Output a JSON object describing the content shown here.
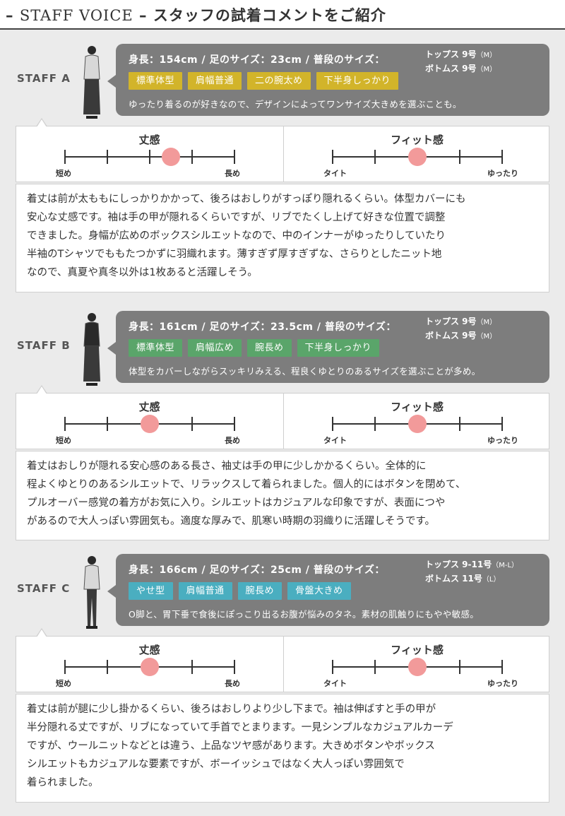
{
  "header": {
    "title_en": "STAFF VOICE",
    "title_jp": "スタッフの試着コメントをご紹介"
  },
  "rating_labels": {
    "length_title": "丈感",
    "length_short": "短め",
    "length_long": "長め",
    "fit_title": "フィット感",
    "fit_tight": "タイト",
    "fit_loose": "ゆったり"
  },
  "staff": [
    {
      "label": "STAFF A",
      "spec": "身長：154cm / 足のサイズ：23cm / 普段のサイズ：",
      "tops": "トップス 9号",
      "tops_unit": "（M）",
      "bottoms": "ボトムス 9号",
      "bottoms_unit": "（M）",
      "tags": [
        "標準体型",
        "肩幅普通",
        "二の腕太め",
        "下半身しっかり"
      ],
      "tag_color": "#d2b42a",
      "note": "ゆったり着るのが好きなので、デザインによってワンサイズ大きめを選ぶことも。",
      "length_level": 0.625,
      "fit_level": 0.5,
      "comment": [
        "着丈は前が太ももにしっかりかかって、後ろはおしりがすっぽり隠れるくらい。体型カバーにも",
        "安心な丈感です。袖は手の甲が隠れるくらいですが、リブでたくし上げて好きな位置で調整",
        "できました。身幅が広めのボックスシルエットなので、中のインナーがゆったりしていたり",
        "半袖のTシャツでももたつかずに羽織れます。薄すぎず厚すぎずな、さらりとしたニット地",
        "なので、真夏や真冬以外は1枚あると活躍しそう。"
      ]
    },
    {
      "label": "STAFF B",
      "spec": "身長：161cm / 足のサイズ：23.5cm / 普段のサイズ：",
      "tops": "トップス 9号",
      "tops_unit": "（M）",
      "bottoms": "ボトムス 9号",
      "bottoms_unit": "（M）",
      "tags": [
        "標準体型",
        "肩幅広め",
        "腕長め",
        "下半身しっかり"
      ],
      "tag_color": "#5aa56a",
      "note": "体型をカバーしながらスッキリみえる、程良くゆとりのあるサイズを選ぶことが多め。",
      "length_level": 0.5,
      "fit_level": 0.5,
      "comment": [
        "着丈はおしりが隠れる安心感のある長さ、袖丈は手の甲に少しかかるくらい。全体的に",
        "程よくゆとりのあるシルエットで、リラックスして着られました。個人的にはボタンを閉めて、",
        "プルオーバー感覚の着方がお気に入り。シルエットはカジュアルな印象ですが、表面につや",
        "があるので大人っぽい雰囲気も。適度な厚みで、肌寒い時期の羽織りに活躍しそうです。"
      ]
    },
    {
      "label": "STAFF C",
      "spec": "身長：166cm / 足のサイズ：25cm / 普段のサイズ：",
      "tops": "トップス 9-11号",
      "tops_unit": "（M-L）",
      "bottoms": "ボトムス 11号",
      "bottoms_unit": "（L）",
      "tags": [
        "やせ型",
        "肩幅普通",
        "腕長め",
        "骨盤大きめ"
      ],
      "tag_color": "#4aaec0",
      "note": "O脚と、胃下垂で食後にぽっこり出るお腹が悩みのタネ。素材の肌触りにもやや敏感。",
      "length_level": 0.5,
      "fit_level": 0.5,
      "comment": [
        "着丈は前が腿に少し掛かるくらい、後ろはおしりより少し下まで。袖は伸ばすと手の甲が",
        "半分隠れる丈ですが、リブになっていて手首でとまります。一見シンプルなカジュアルカーデ",
        "ですが、ウールニットなどとは違う、上品なツヤ感があります。大きめボタンやボックス",
        "シルエットもカジュアルな要素ですが、ボーイッシュではなく大人っぽい雰囲気で",
        "着られました。"
      ]
    }
  ]
}
